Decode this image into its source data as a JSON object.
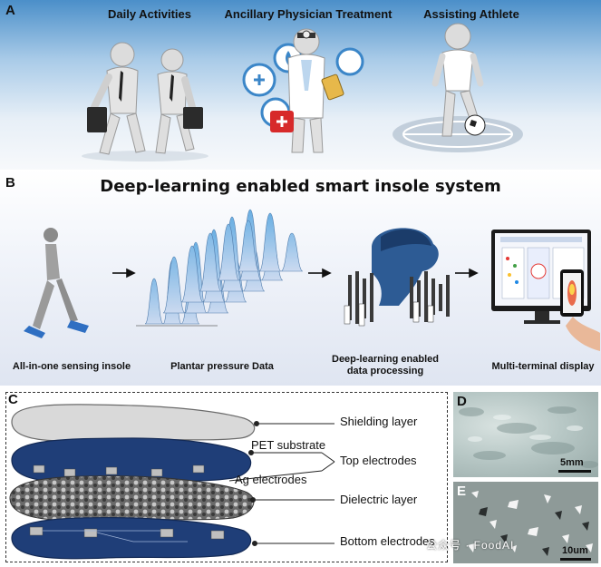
{
  "panels": {
    "a": {
      "letter": "A",
      "captions": [
        "Daily Activities",
        "Ancillary Physician Treatment",
        "Assisting Athlete"
      ]
    },
    "b": {
      "letter": "B",
      "title": "Deep-learning enabled smart insole system",
      "stages": [
        "All-in-one sensing insole",
        "Plantar pressure Data",
        "Deep-learning enabled\ndata processing",
        "Multi-terminal display"
      ]
    },
    "c": {
      "letter": "C",
      "layers": [
        "Shielding layer",
        "PET substrate",
        "Top electrodes",
        "Ag electrodes",
        "Dielectric layer",
        "Bottom electrodes"
      ]
    },
    "d": {
      "letter": "D",
      "scale": "5mm"
    },
    "e": {
      "letter": "E",
      "scale": "10um"
    }
  },
  "watermark": "公众号 · FoodAI",
  "colors": {
    "panel_a_top": "#4b8fc9",
    "panel_b_fill": "#eef1f8",
    "insole_blue": "#1f3e78",
    "insole_gray": "#d6d6d6"
  }
}
